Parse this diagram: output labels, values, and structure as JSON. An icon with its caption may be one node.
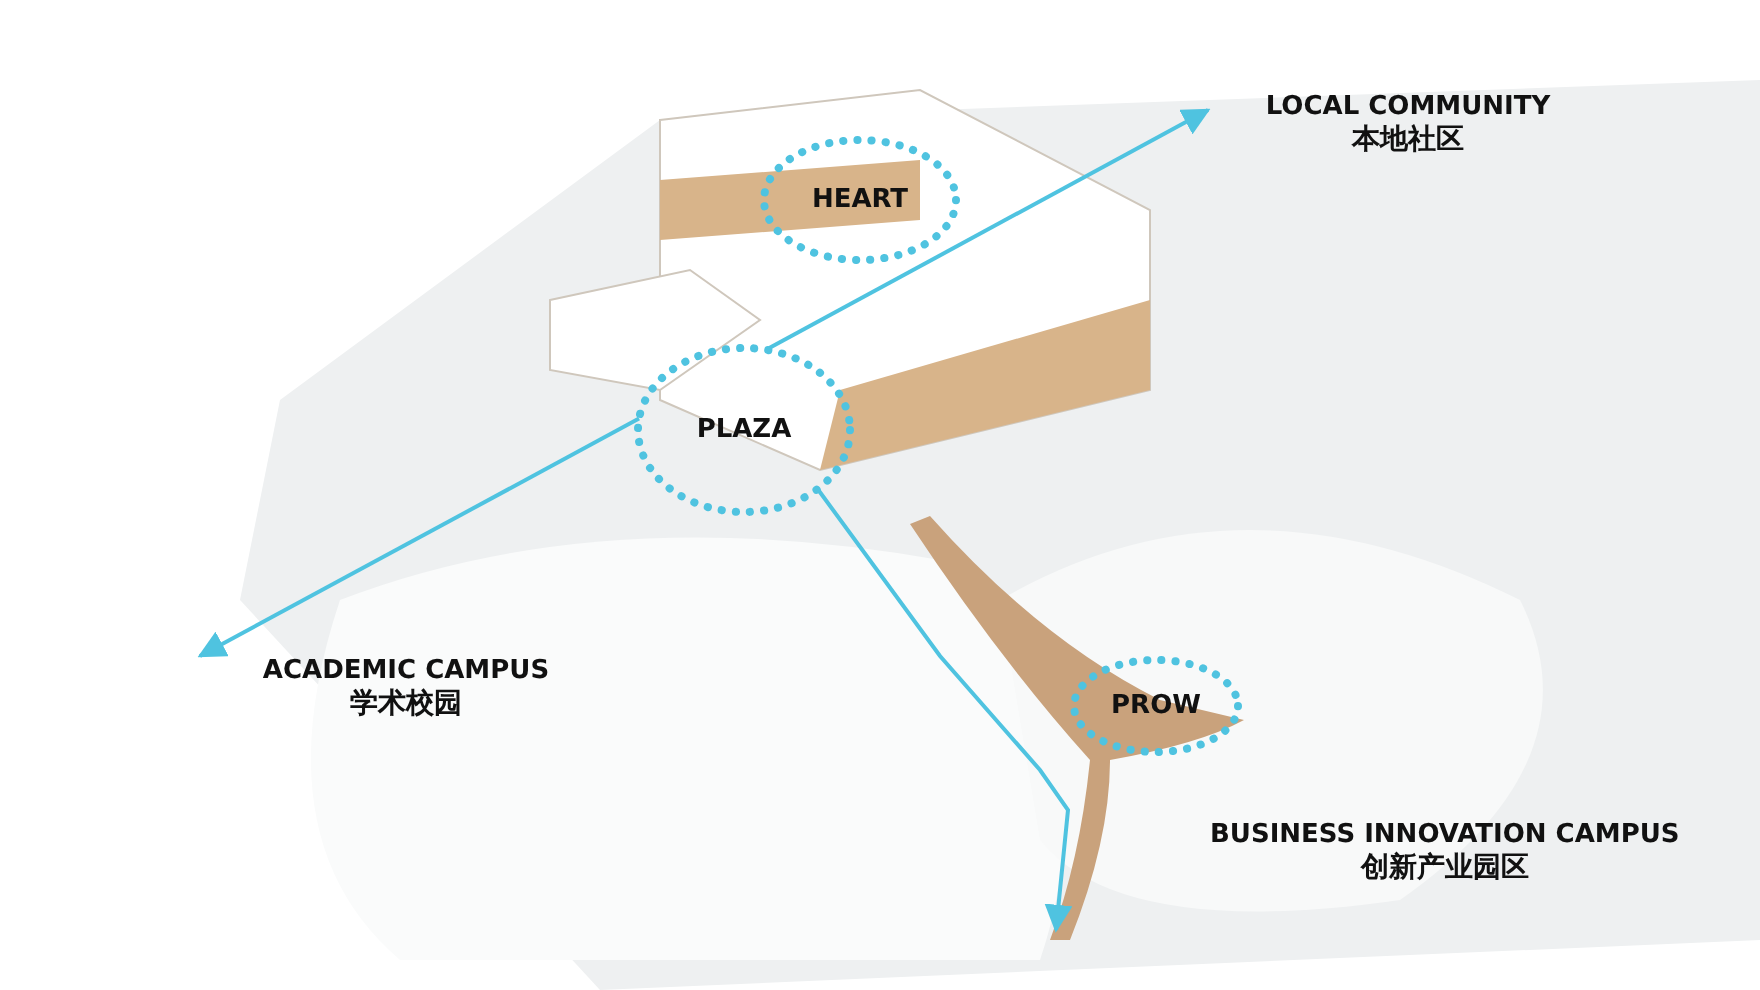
{
  "diagram": {
    "nodes": [
      {
        "text": [
          "HEART"
        ]
      },
      {
        "text": [
          "PLAZA"
        ]
      },
      {
        "text": [
          "PROW"
        ]
      },
      {
        "text": [
          "LOCAL COMMUNITY",
          "本地社区"
        ]
      },
      {
        "text": [
          "ACADEMIC CAMPUS",
          "学术校园"
        ]
      }
    ],
    "edges": [
      {
        "from": 1,
        "to": 3,
        "arrow": "to"
      },
      {
        "from": 1,
        "to": 4,
        "arrow": "to"
      },
      {
        "from": 1,
        "to": null,
        "arrow": "to"
      }
    ],
    "labels": [
      "BUSINESS INNOVATION CAMPUS",
      "创新产业园区"
    ]
  }
}
